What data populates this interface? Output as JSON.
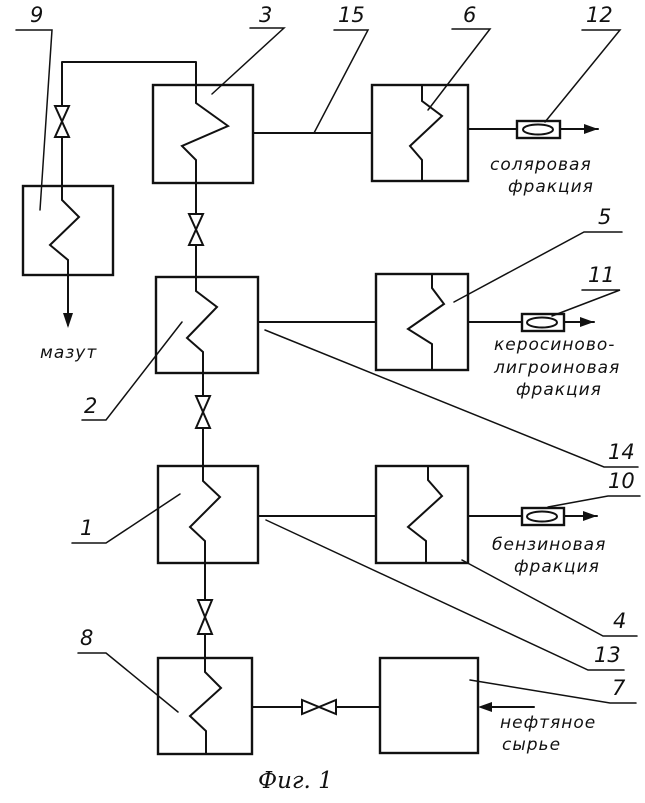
{
  "units": {
    "u1": "1",
    "u2": "2",
    "u3": "3",
    "u4": "4",
    "u5": "5",
    "u6": "6",
    "u7": "7",
    "u8": "8",
    "u9": "9",
    "u10": "10",
    "u11": "11",
    "u12": "12",
    "u13": "13",
    "u14": "14",
    "u15": "15"
  },
  "outputs": {
    "solar_line1": "соляровая",
    "solar_line2": "фракция",
    "kero_line1": "керосиново-",
    "kero_line2": "лигроиновая",
    "kero_line3": "фракция",
    "benz_line1": "бензиновая",
    "benz_line2": "фракция",
    "mazut": "мазут",
    "feed_line1": "нефтяное",
    "feed_line2": "сырье"
  },
  "caption": "Фиг. 1"
}
